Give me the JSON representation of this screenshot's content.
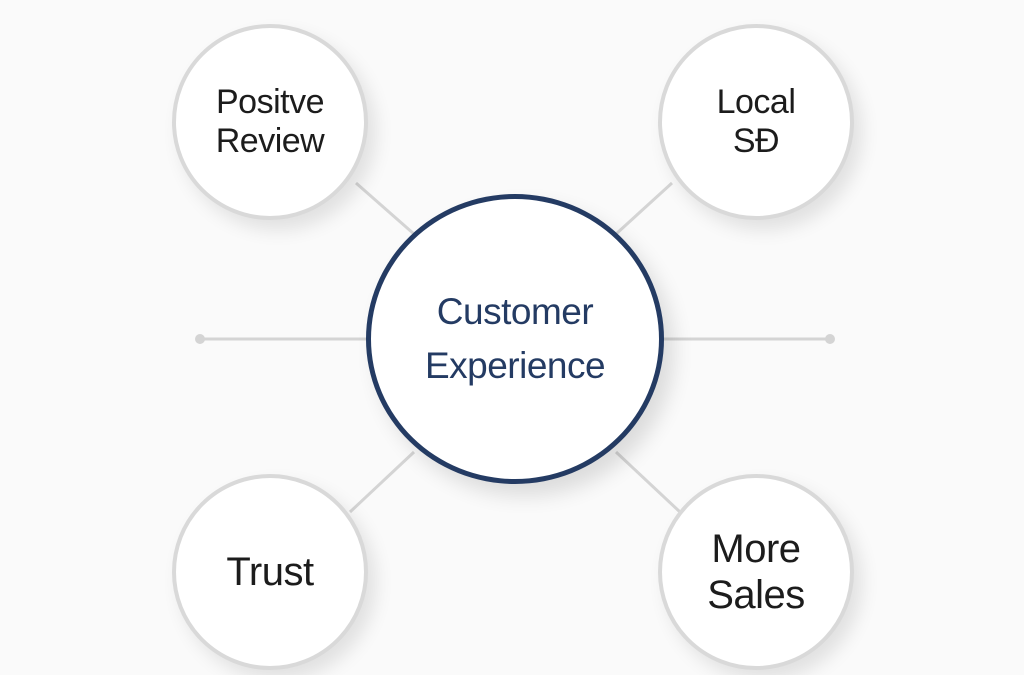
{
  "colors": {
    "center_border": "#243b63",
    "center_text": "#243b63",
    "outer_border": "#d9d9d9",
    "connector": "#d4d4d4",
    "background": "#fafafa"
  },
  "center": {
    "line1": "Customer",
    "line2": "Experience"
  },
  "nodes": {
    "top_left": {
      "line1": "Positve",
      "line2": "Review"
    },
    "top_right": {
      "line1": "Local",
      "line2": "SĐ"
    },
    "bottom_left": {
      "line1": "Trust"
    },
    "bottom_right": {
      "line1": "More",
      "line2": "Sales"
    }
  }
}
